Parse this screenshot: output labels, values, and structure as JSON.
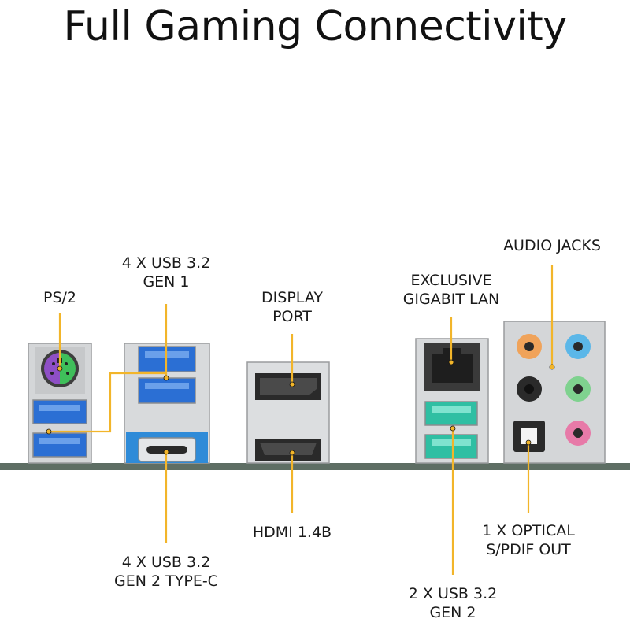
{
  "title": "Full Gaming Connectivity",
  "colors": {
    "leader": "#f2b52a",
    "usb_blue": "#2b6fd4",
    "usb_teal": "#2fbfa3",
    "ps2_purple": "#8e4fc6",
    "ps2_green": "#3fbf5a",
    "board": "#5e6e64",
    "metal": "#d8dadc",
    "audio_orange": "#f0a35a",
    "audio_blue": "#5bb7e8",
    "audio_black": "#2a2a2a",
    "audio_green": "#7fd28f",
    "audio_pink": "#e77aa8"
  },
  "labels": {
    "ps2": "PS/2",
    "usb32_gen1": [
      "4 X USB 3.2",
      "GEN 1"
    ],
    "displayport": [
      "DISPLAY",
      "PORT"
    ],
    "lan": [
      "EXCLUSIVE",
      "GIGABIT LAN"
    ],
    "audio": "AUDIO JACKS",
    "usb_typec": [
      "4 X USB 3.2",
      "GEN 2 TYPE-C"
    ],
    "hdmi": "HDMI 1.4B",
    "usb32_gen2": [
      "2 X USB 3.2",
      "GEN 2"
    ],
    "optical": [
      "1 X OPTICAL",
      "S/PDIF OUT"
    ]
  }
}
